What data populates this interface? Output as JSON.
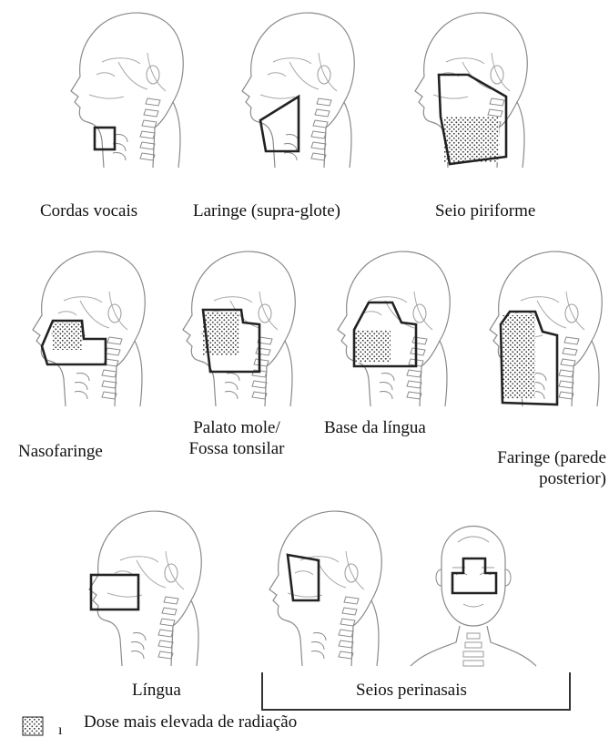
{
  "labels": {
    "cordas_vocais": "Cordas vocais",
    "laringe": "Laringe (supra-glote)",
    "seio_piriforme": "Seio piriforme",
    "nasofaringe": "Nasofaringe",
    "palato_line1": "Palato mole/",
    "palato_line2": "Fossa tonsilar",
    "base_lingua": "Base da língua",
    "faringe_line1": "Faringe (parede",
    "faringe_line2": "posterior)",
    "lingua": "Língua",
    "seios_perinasais": "Seios perinasais"
  },
  "legend": {
    "text": "Dose mais elevada de radiação",
    "marker": "ı"
  },
  "colors": {
    "line": "#222222",
    "sketch": "#8a8a8a",
    "dots": "#333333"
  },
  "icons": {
    "head": "head-profile-sketch-icon",
    "front_head": "head-front-sketch-icon",
    "hatch": "dotted-hatch-icon"
  }
}
